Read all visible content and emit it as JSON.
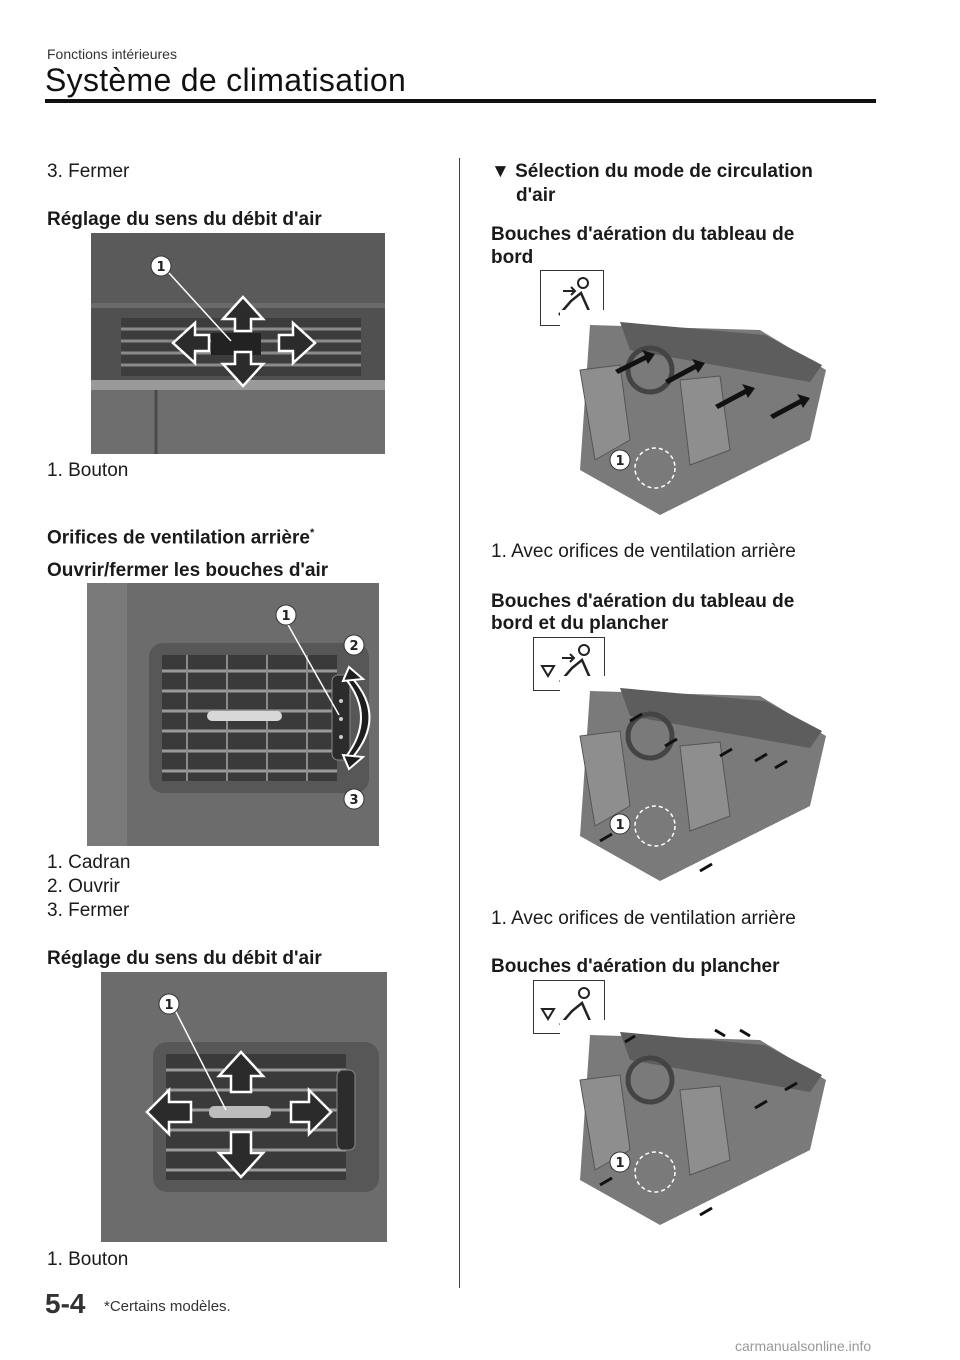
{
  "header": {
    "section": "Fonctions intérieures",
    "title": "Système de climatisation"
  },
  "left": {
    "step_close": "3.  Fermer",
    "adjust_heading_1": "Réglage du sens du débit d'air",
    "fig1_caption": "1.  Bouton",
    "rear_vents_heading": "Orifices de ventilation arrière",
    "rear_vents_mark": "*",
    "open_close_heading": "Ouvrir/fermer les bouches d'air",
    "fig2_captions": [
      "1.  Cadran",
      "2.  Ouvrir",
      "3.  Fermer"
    ],
    "adjust_heading_2": "Réglage du sens du débit d'air",
    "fig3_caption": "1.  Bouton"
  },
  "right": {
    "section_marker": "▼",
    "section_heading_line1": "Sélection du mode de circulation",
    "section_heading_line2": "d'air",
    "panel_heading_line1": "Bouches d'aération du tableau de",
    "panel_heading_line2": "bord",
    "panel_caption": "1.  Avec orifices de ventilation arrière",
    "bilevel_heading_line1": "Bouches d'aération du tableau de",
    "bilevel_heading_line2": "bord et du plancher",
    "bilevel_caption": "1.  Avec orifices de ventilation arrière",
    "floor_heading": "Bouches d'aération du plancher"
  },
  "callouts": {
    "one": "1",
    "two": "2",
    "three": "3"
  },
  "footer": {
    "page_number": "5-4",
    "note": "*Certains modèles."
  },
  "watermark": "carmanualsonline.info"
}
